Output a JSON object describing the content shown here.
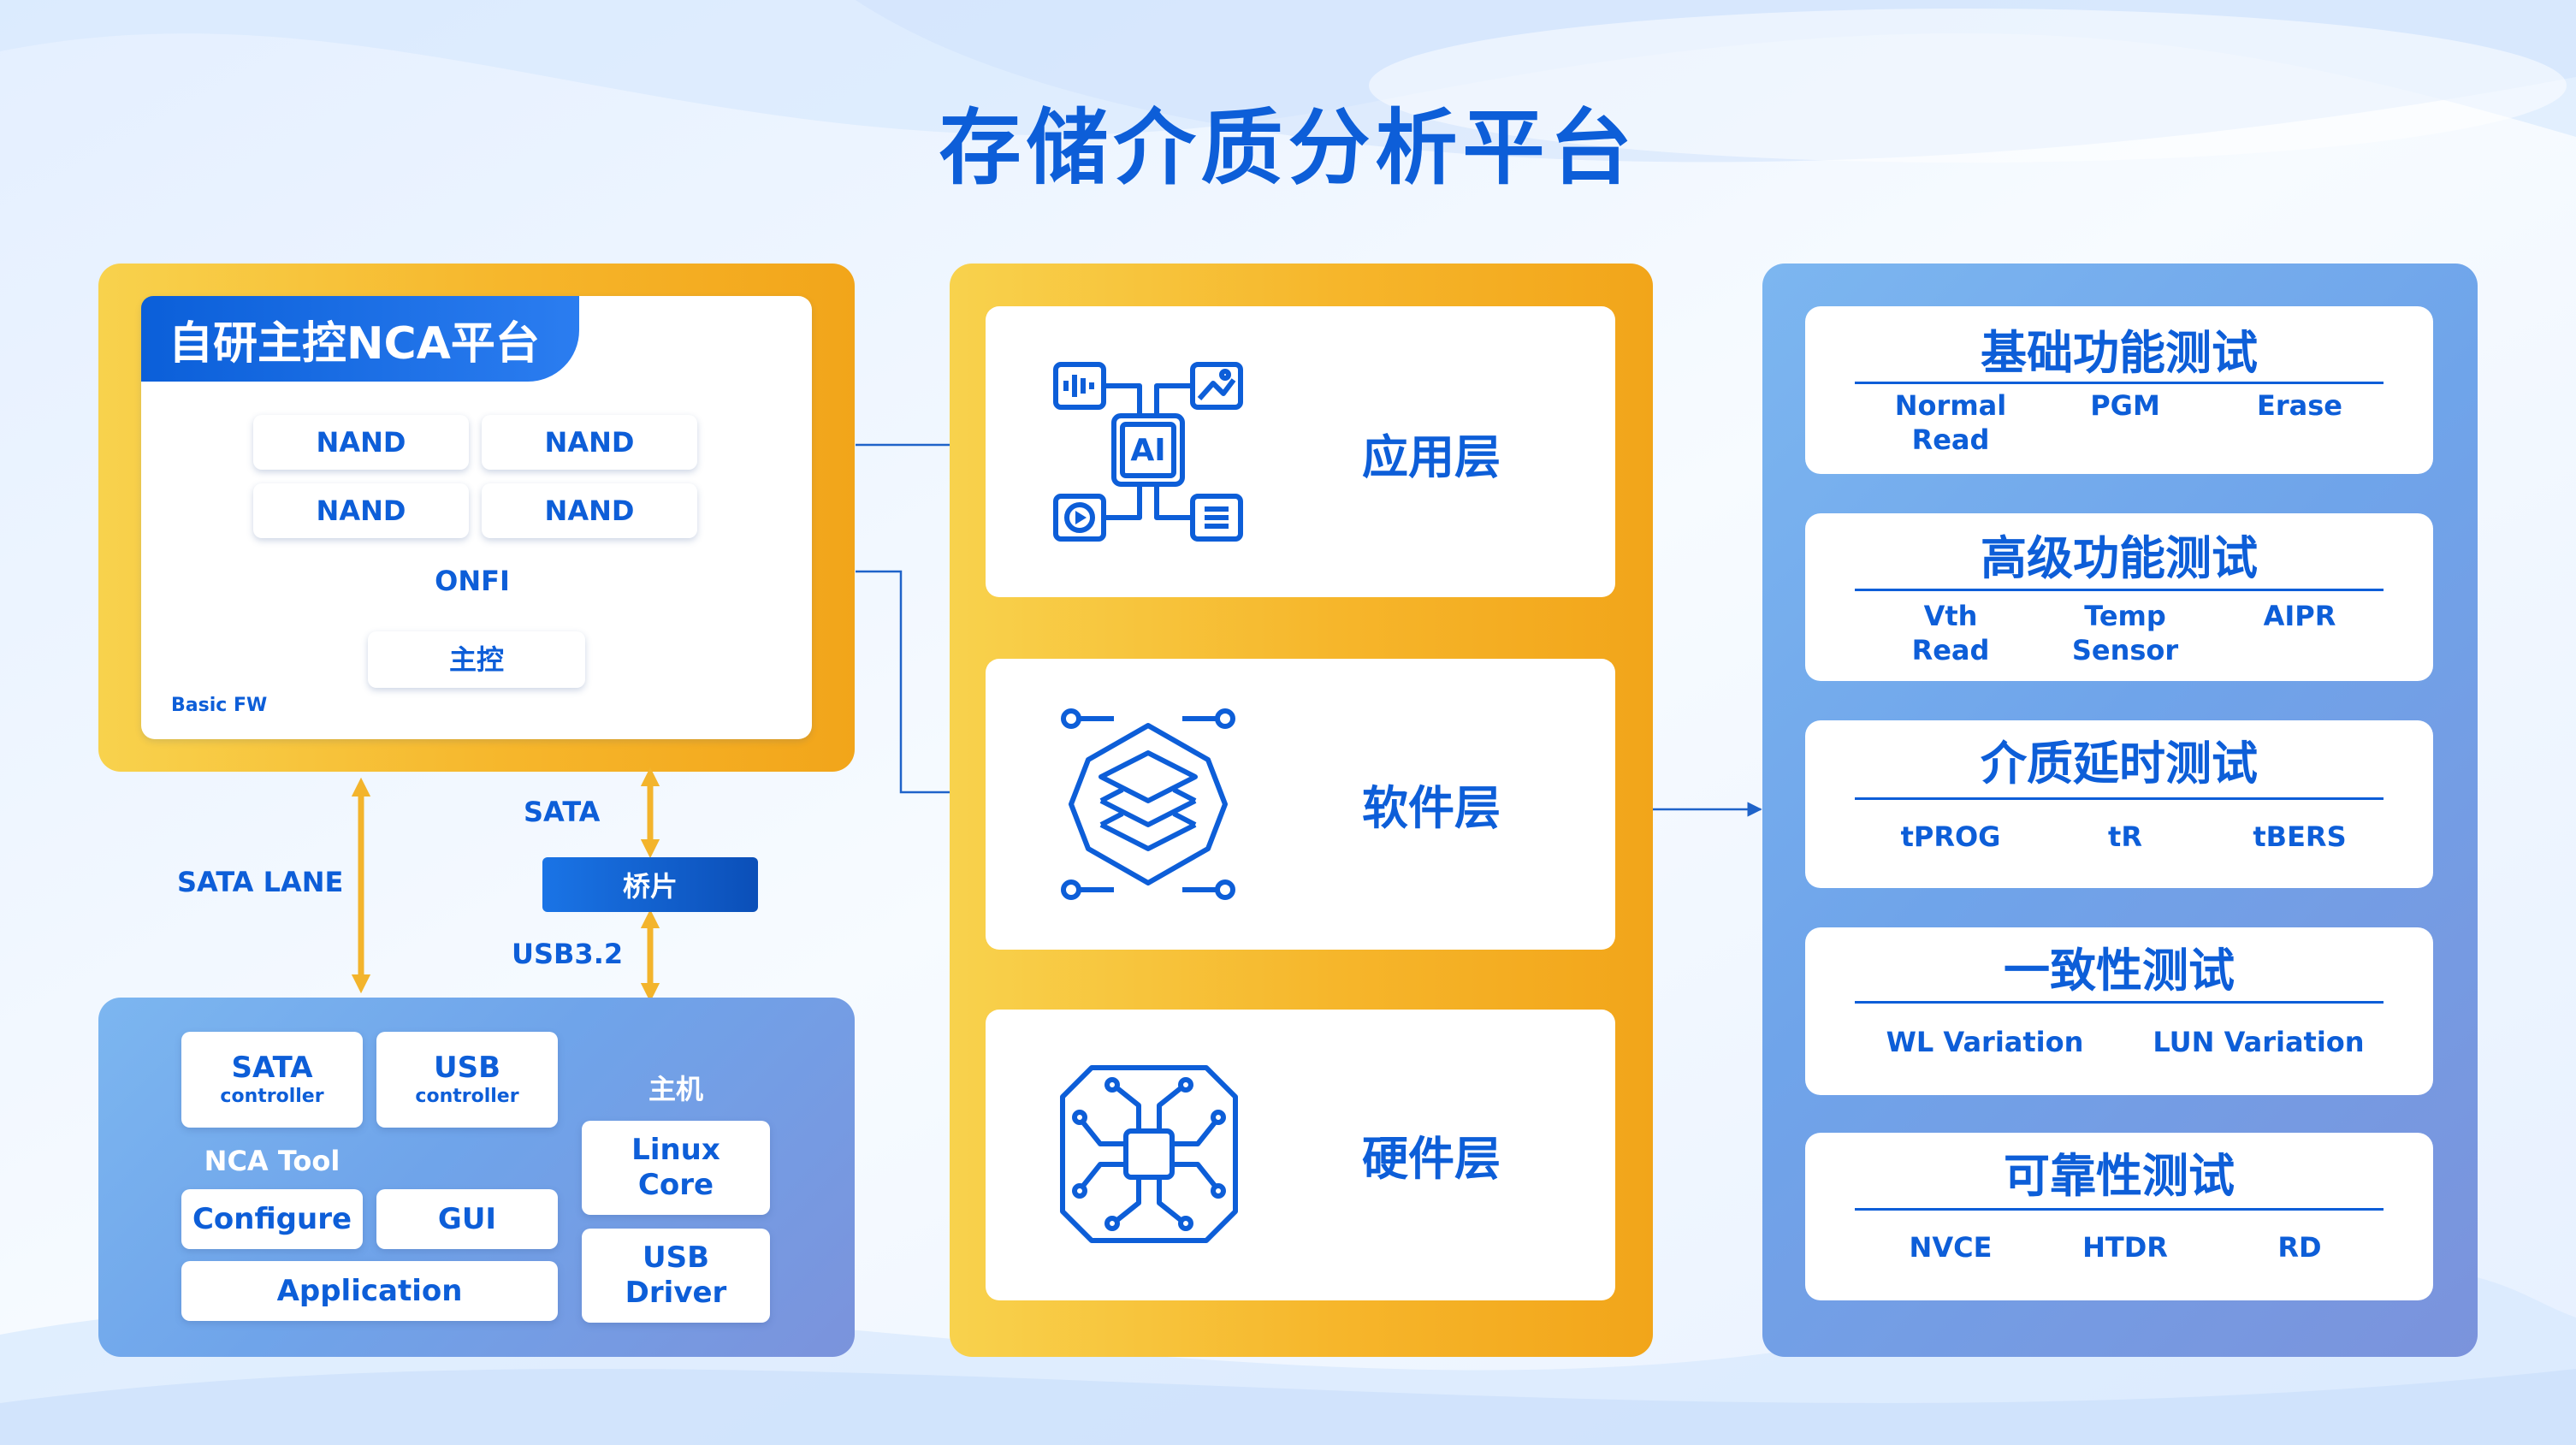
{
  "title": "存储介质分析平台",
  "nca_platform": {
    "label": "自研主控NCA平台",
    "nand_chips": [
      "NAND",
      "NAND",
      "NAND",
      "NAND"
    ],
    "onfi": "ONFI",
    "controller": "主控",
    "basic_fw": "Basic FW"
  },
  "connections": {
    "sata_lane": "SATA LANE",
    "sata": "SATA",
    "bridge": "桥片",
    "usb": "USB3.2"
  },
  "host": {
    "host_label": "主机",
    "sata_controller": {
      "line1": "SATA",
      "line2": "controller"
    },
    "usb_controller": {
      "line1": "USB",
      "line2": "controller"
    },
    "nca_tool": "NCA Tool",
    "configure": "Configure",
    "gui": "GUI",
    "application": "Application",
    "linux_core": {
      "line1": "Linux",
      "line2": "Core"
    },
    "usb_driver": {
      "line1": "USB",
      "line2": "Driver"
    }
  },
  "layers": [
    {
      "name": "应用层",
      "icon": "ai-application-icon"
    },
    {
      "name": "软件层",
      "icon": "layers-stack-icon"
    },
    {
      "name": "硬件层",
      "icon": "chip-circuit-icon"
    }
  ],
  "tests": [
    {
      "title": "基础功能测试",
      "items": [
        [
          "Normal",
          "Read"
        ],
        [
          "PGM"
        ],
        [
          "Erase"
        ]
      ]
    },
    {
      "title": "高级功能测试",
      "items": [
        [
          "Vth",
          "Read"
        ],
        [
          "Temp",
          "Sensor"
        ],
        [
          "AIPR"
        ]
      ]
    },
    {
      "title": "介质延时测试",
      "items": [
        [
          "tPROG"
        ],
        [
          "tR"
        ],
        [
          "tBERS"
        ]
      ]
    },
    {
      "title": "一致性测试",
      "items": [
        [
          "WL Variation"
        ],
        [
          "LUN Variation"
        ]
      ]
    },
    {
      "title": "可靠性测试",
      "items": [
        [
          "NVCE"
        ],
        [
          "HTDR"
        ],
        [
          "RD"
        ]
      ]
    }
  ],
  "colors": {
    "accent_blue": "#0d5ed8",
    "accent_orange": "#f6b62b",
    "arrow_yellow": "#f3b42c"
  }
}
